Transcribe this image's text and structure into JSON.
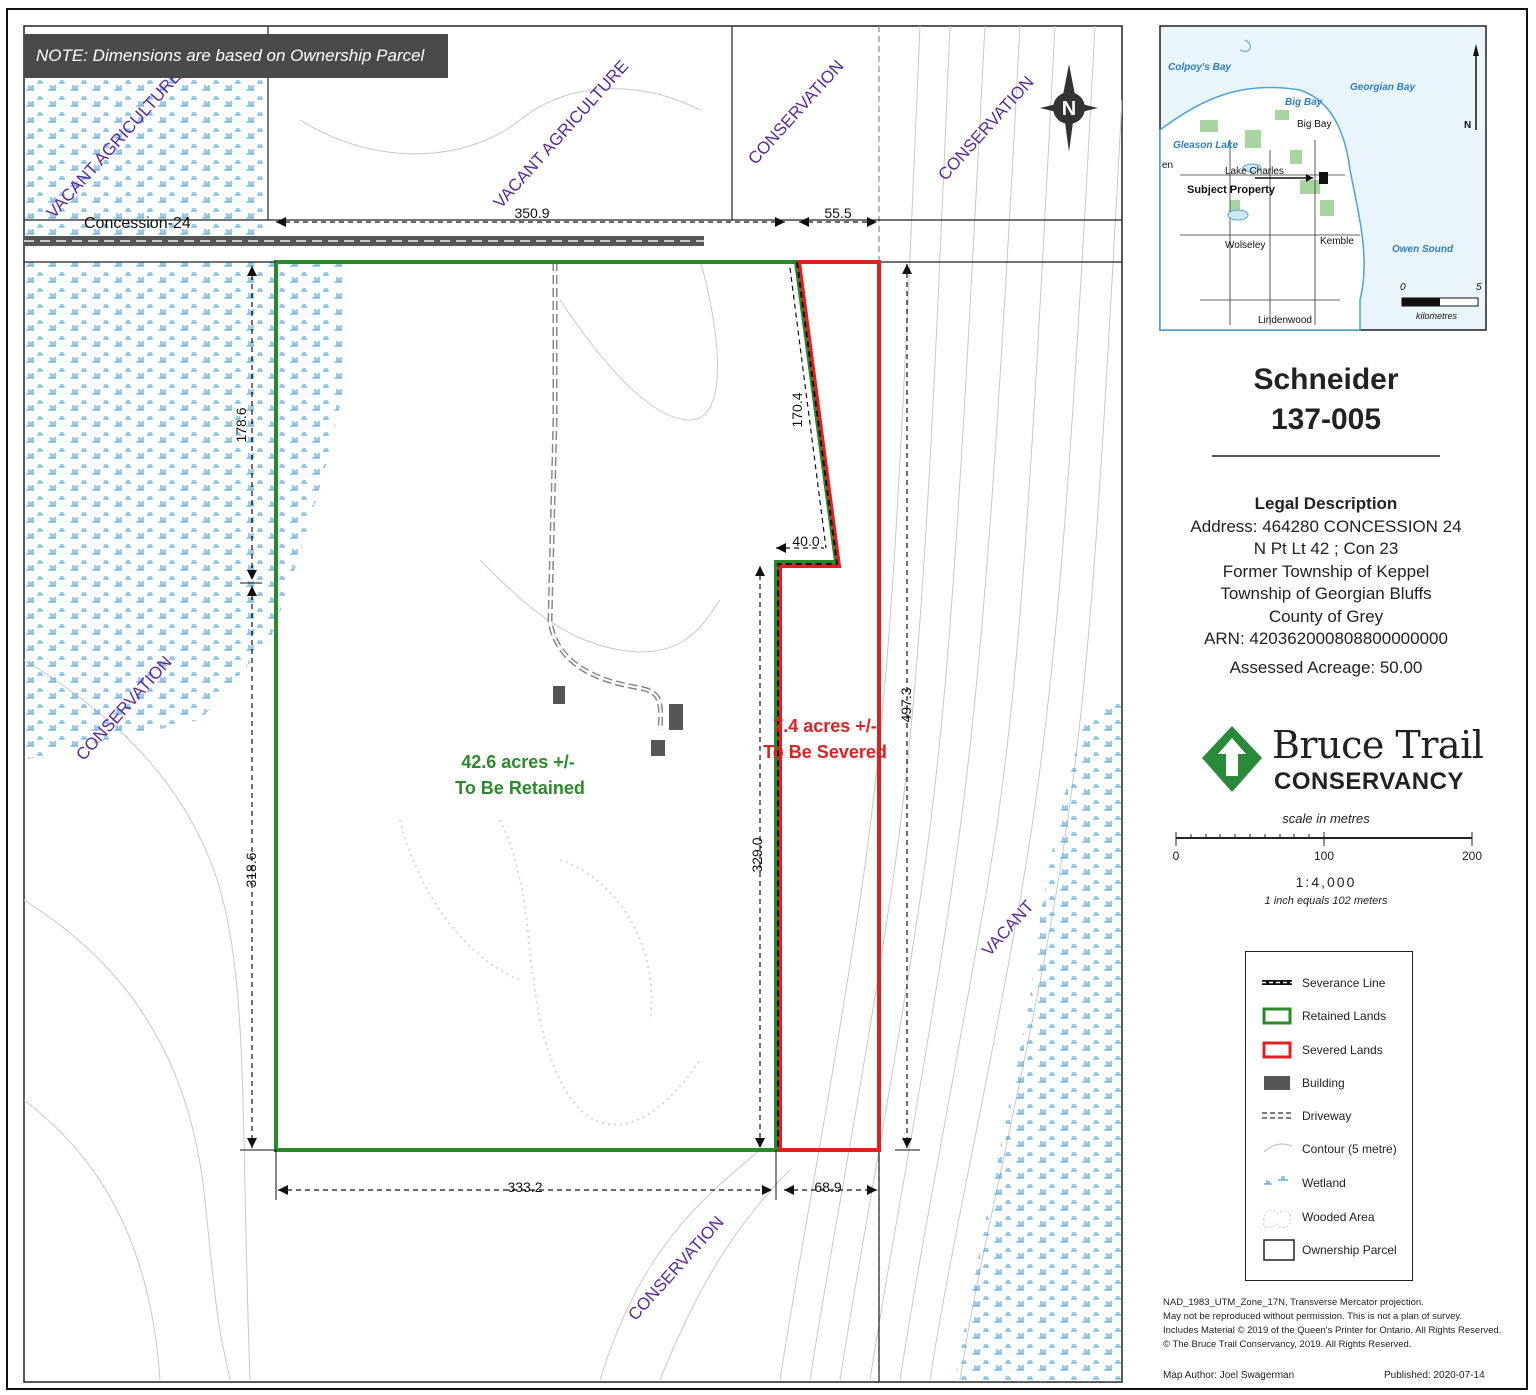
{
  "note": "NOTE: Dimensions are based on Ownership Parcel",
  "map": {
    "road_label": "Concession-24",
    "landuse": {
      "vacant_agriculture_1": "VACANT AGRICULTURE",
      "vacant_agriculture_2": "VACANT AGRICULTURE",
      "conservation_1": "CONSERVATION",
      "conservation_2": "CONSERVATION",
      "conservation_3": "CONSERVATION",
      "conservation_4": "CONSERVATION",
      "vacant": "VACANT"
    },
    "dimensions": {
      "d350": "350.9",
      "d55": "55.5",
      "d178": "178.6",
      "d170": "170.4",
      "d40": "40.0",
      "d318": "318.6",
      "d329": "329.0",
      "d497": "497.3",
      "d333": "333.2",
      "d68": "68.9"
    },
    "retained": {
      "line1": "42.6 acres +/-",
      "line2": "To Be Retained"
    },
    "severed": {
      "line1": "7.4 acres +/-",
      "line2": "To Be Severed"
    },
    "north_letter": "N"
  },
  "inset": {
    "places": {
      "colpoys_bay": "Colpoy's Bay",
      "georgian_bay": "Georgian Bay",
      "big_bay_water": "Big Bay",
      "big_bay": "Big Bay",
      "gleason_lake": "Gleason Lake",
      "lake_charles": "Lake Charles",
      "subject_property": "Subject Property",
      "wolseley": "Wolseley",
      "kemble": "Kemble",
      "owen_sound": "Owen Sound",
      "lindenwood": "Lindenwood",
      "en": "en"
    },
    "north": "N",
    "scale_0": "0",
    "scale_5": "5",
    "scale_unit": "kilometres"
  },
  "title": {
    "name": "Schneider",
    "id": "137-005"
  },
  "legal": {
    "header": "Legal Description",
    "address": "Address: 464280 CONCESSION 24",
    "lot": "N Pt Lt 42 ; Con 23",
    "former": "Former Township of Keppel",
    "township": "Township of Georgian Bluffs",
    "county": "County of Grey",
    "arn": "ARN: 420362000808800000000",
    "acreage": "Assessed Acreage: 50.00"
  },
  "brand": {
    "line1": "Bruce Trail",
    "line2": "CONSERVANCY"
  },
  "scale": {
    "caption": "scale in metres",
    "t0": "0",
    "t100": "100",
    "t200": "200",
    "ratio": "1:4,000",
    "inch": "1 inch equals 102 meters"
  },
  "legend": {
    "severance_line": "Severance Line",
    "retained_lands": "Retained Lands",
    "severed_lands": "Severed Lands",
    "building": "Building",
    "driveway": "Driveway",
    "contour": "Contour (5 metre)",
    "wetland": "Wetland",
    "wooded_area": "Wooded Area",
    "ownership_parcel": "Ownership Parcel"
  },
  "footer": {
    "line1": "NAD_1983_UTM_Zone_17N, Transverse Mercator projection.",
    "line2": "May not be reproduced without permission. This is not a plan of survey.",
    "line3": "Includes Material © 2019 of the Queen's Printer for Ontario. All Rights Reserved.",
    "line4": "© The Bruce Trail Conservancy, 2019. All Rights Reserved.",
    "author": "Map Author: Joel Swagerman",
    "published": "Published: 2020-07-14"
  },
  "colors": {
    "retained": "#2a8a2a",
    "severed": "#e02020",
    "landuse_label": "#5b2a9a",
    "wetland": "#4aa3d9",
    "building": "#555555"
  }
}
